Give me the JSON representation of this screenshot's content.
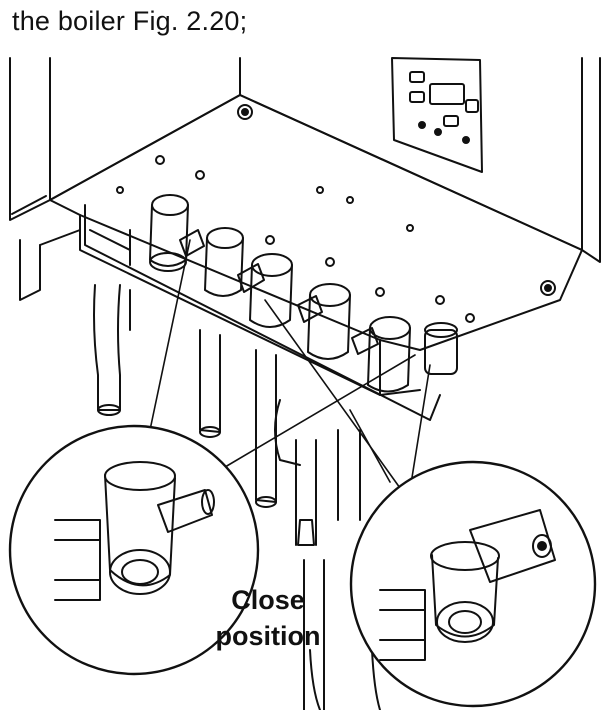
{
  "caption": "the boiler Fig. 2.20;",
  "valve_label": {
    "line1": "Close",
    "line2": "position"
  }
}
